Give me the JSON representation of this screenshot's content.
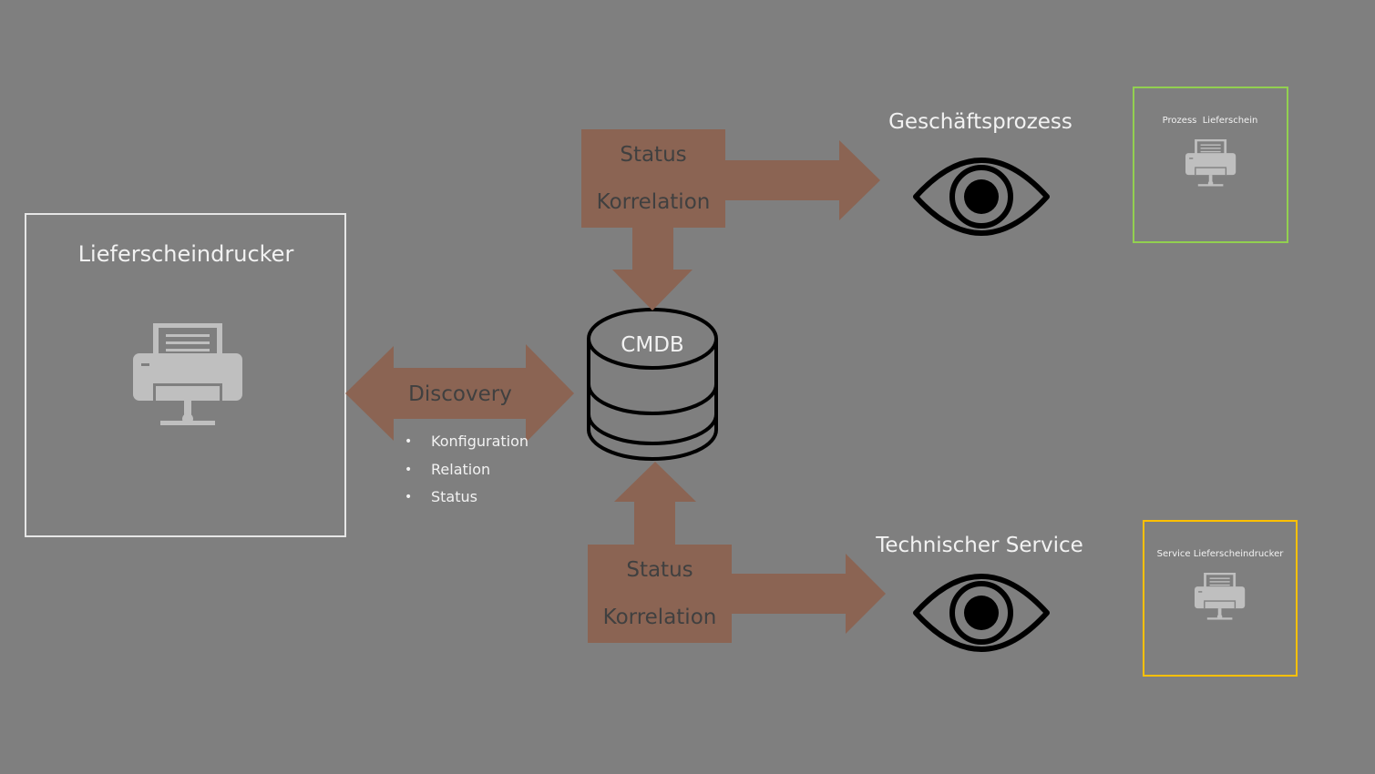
{
  "device_box": {
    "title": "Lieferscheindrucker"
  },
  "discovery": {
    "label": "Discovery",
    "items": [
      "Konfiguration",
      "Relation",
      "Status"
    ]
  },
  "cmdb": {
    "label": "CMDB"
  },
  "top_block": {
    "line1": "Status",
    "line2": "Korrelation"
  },
  "bottom_block": {
    "line1": "Status",
    "line2": "Korrelation"
  },
  "business_process": {
    "title": "Geschäftsprozess",
    "card_label": "Prozess  Lieferschein",
    "card_border_color": "#92d050"
  },
  "technical_service": {
    "title": "Technischer Service",
    "card_label": "Service Lieferscheindrucker",
    "card_border_color": "#ffc000"
  },
  "colors": {
    "background": "#7f7f7f",
    "arrow": "#8b6453",
    "icon": "#bfbfbf",
    "eye": "#000000"
  }
}
